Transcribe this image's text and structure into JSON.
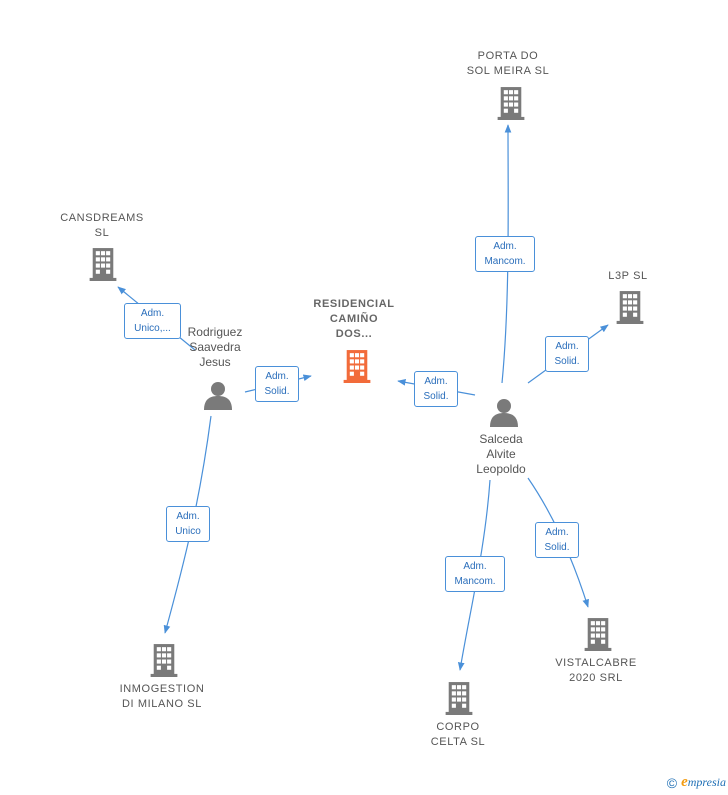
{
  "colors": {
    "edge": "#4a90d9",
    "company_icon": "#7a7a7a",
    "main_company_icon": "#f26b3a",
    "person_icon": "#7a7a7a"
  },
  "companies": {
    "main": {
      "line1": "RESIDENCIAL",
      "line2": "CAMIÑO",
      "line3": "DOS..."
    },
    "porta_do_sol": {
      "line1": "PORTA DO",
      "line2": "SOL MEIRA  SL"
    },
    "cansdreams": {
      "line1": "CANSDREAMS",
      "line2": "SL"
    },
    "l3p": {
      "line1": "L3P SL"
    },
    "inmogestion": {
      "line1": "INMOGESTION",
      "line2": "DI MILANO  SL"
    },
    "corpo_celta": {
      "line1": "CORPO",
      "line2": "CELTA  SL"
    },
    "vistalcabre": {
      "line1": "VISTALCABRE",
      "line2": "2020 SRL"
    }
  },
  "people": {
    "rodriguez": {
      "line1": "Rodriguez",
      "line2": "Saavedra",
      "line3": "Jesus"
    },
    "salceda": {
      "line1": "Salceda",
      "line2": "Alvite",
      "line3": "Leopoldo"
    }
  },
  "edges": {
    "rodriguez_cansdreams": {
      "line1": "Adm.",
      "line2": "Unico,..."
    },
    "rodriguez_main": {
      "line1": "Adm.",
      "line2": "Solid."
    },
    "rodriguez_inmogestion": {
      "line1": "Adm.",
      "line2": "Unico"
    },
    "salceda_main": {
      "line1": "Adm.",
      "line2": "Solid."
    },
    "salceda_porta": {
      "line1": "Adm.",
      "line2": "Mancom."
    },
    "salceda_l3p": {
      "line1": "Adm.",
      "line2": "Solid."
    },
    "salceda_corpo": {
      "line1": "Adm.",
      "line2": "Mancom."
    },
    "salceda_vistalcabre": {
      "line1": "Adm.",
      "line2": "Solid."
    }
  },
  "footer": {
    "copyright": "©",
    "brand_initial": "e",
    "brand_rest": "mpresia"
  }
}
